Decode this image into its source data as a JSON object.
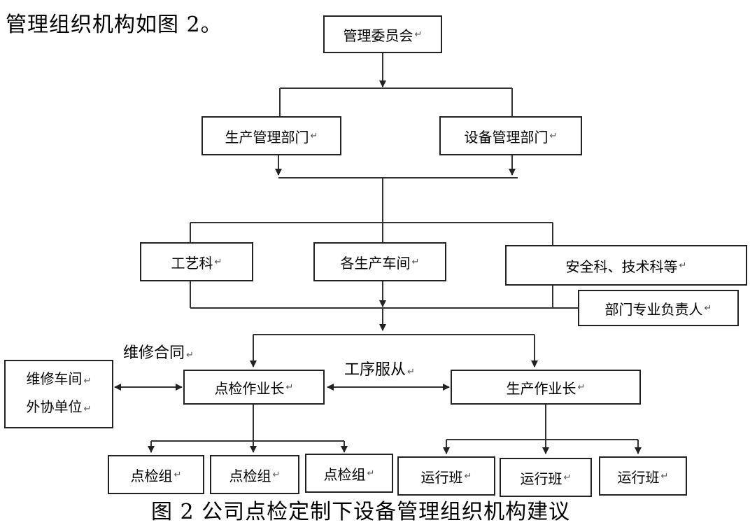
{
  "intro_text": "管理组织机构如图 2。",
  "return_mark": "↵",
  "nodes": {
    "committee": "管理委员会",
    "production_mgmt": "生产管理部门",
    "equipment_mgmt": "设备管理部门",
    "process_section": "工艺科",
    "workshops": "各生产车间",
    "safety_tech": "安全科、技术科等",
    "dept_lead": "部门专业负责人",
    "maint_line1": "维修车间",
    "maint_line2": "外协单位",
    "inspection_chief": "点检作业长",
    "production_chief": "生产作业长",
    "inspection_group_1": "点检组",
    "inspection_group_2": "点检组",
    "inspection_group_3": "点检组",
    "run_shift_1": "运行班",
    "run_shift_2": "运行班",
    "run_shift_3": "运行班"
  },
  "labels": {
    "maintenance_contract": "维修合同",
    "process_obey": "工序服从"
  },
  "caption": "图 2 公司点检定制下设备管理组织机构建议"
}
